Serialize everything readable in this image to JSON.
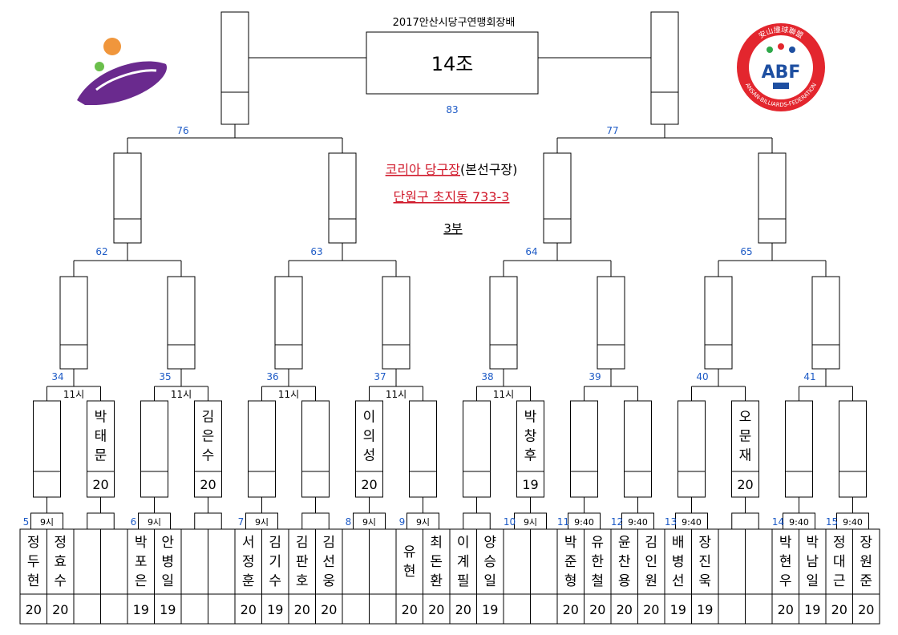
{
  "header": {
    "event_title": "2017안산시당구연맹회장배",
    "group_label": "14조"
  },
  "venue": {
    "name": "코리아 당구장",
    "name_note": "(본선구장)",
    "address": "단원구 초지동 733-3",
    "session": "3부"
  },
  "logos": {
    "left": {
      "icon": "city-emblem-icon",
      "colors": [
        "#f0963c",
        "#6abf4b",
        "#6a2a8e"
      ]
    },
    "right": {
      "icon": "abf-federation-logo",
      "arc_text_top": "安山撞球聯盟",
      "arc_text_bottom": "ANSAN-BILLIARDS-FEDERATION",
      "letters": "ABF",
      "colors": [
        "#e3262e",
        "#1e4fa1",
        "#2ea84a"
      ]
    }
  },
  "colors": {
    "match_number": "#1e5bc6",
    "venue_text": "#d0182a",
    "line": "#000000"
  },
  "matches": {
    "final": "83",
    "semi": [
      "76",
      "77"
    ],
    "quarter": [
      "62",
      "63",
      "64",
      "65"
    ],
    "round16": [
      "34",
      "35",
      "36",
      "37",
      "38",
      "39",
      "40",
      "41"
    ],
    "round16_time": "11시",
    "first_round": [
      {
        "no": "5",
        "time": "9시"
      },
      {
        "no": "6",
        "time": "9시"
      },
      {
        "no": "7",
        "time": "9시"
      },
      {
        "no": "8",
        "time": "9시"
      },
      {
        "no": "9",
        "time": "9시"
      },
      {
        "no": "10",
        "time": "9시"
      },
      {
        "no": "11",
        "time": "9:40"
      },
      {
        "no": "12",
        "time": "9:40"
      },
      {
        "no": "13",
        "time": "9:40"
      },
      {
        "no": "14",
        "time": "9:40"
      },
      {
        "no": "15",
        "time": "9:40"
      }
    ]
  },
  "bye_players": [
    {
      "name": "박태문",
      "score": "20"
    },
    {
      "name": "김은수",
      "score": "20"
    },
    {
      "name": "이의성",
      "score": "20"
    },
    {
      "name": "박창후",
      "score": "19"
    },
    {
      "name": "오문재",
      "score": "20"
    }
  ],
  "bottom_players": [
    {
      "name": "정두현",
      "score": "20"
    },
    {
      "name": "정효수",
      "score": "20"
    },
    {
      "name": "",
      "score": ""
    },
    {
      "name": "",
      "score": ""
    },
    {
      "name": "박포은",
      "score": "19"
    },
    {
      "name": "안병일",
      "score": "19"
    },
    {
      "name": "",
      "score": ""
    },
    {
      "name": "",
      "score": ""
    },
    {
      "name": "서정훈",
      "score": "20"
    },
    {
      "name": "김기수",
      "score": "19"
    },
    {
      "name": "김판호",
      "score": "20"
    },
    {
      "name": "김선웅",
      "score": "20"
    },
    {
      "name": "",
      "score": ""
    },
    {
      "name": "",
      "score": ""
    },
    {
      "name": "유현",
      "score": "20"
    },
    {
      "name": "최돈환",
      "score": "20"
    },
    {
      "name": "이계필",
      "score": "20"
    },
    {
      "name": "양승일",
      "score": "19"
    },
    {
      "name": "",
      "score": ""
    },
    {
      "name": "",
      "score": ""
    },
    {
      "name": "박준형",
      "score": "20"
    },
    {
      "name": "유한철",
      "score": "20"
    },
    {
      "name": "윤찬용",
      "score": "20"
    },
    {
      "name": "김인원",
      "score": "20"
    },
    {
      "name": "배병선",
      "score": "19"
    },
    {
      "name": "장진욱",
      "score": "19"
    },
    {
      "name": "",
      "score": ""
    },
    {
      "name": "",
      "score": ""
    },
    {
      "name": "박현우",
      "score": "20"
    },
    {
      "name": "박남일",
      "score": "19"
    },
    {
      "name": "정대근",
      "score": "20"
    },
    {
      "name": "장원준",
      "score": "20"
    }
  ]
}
